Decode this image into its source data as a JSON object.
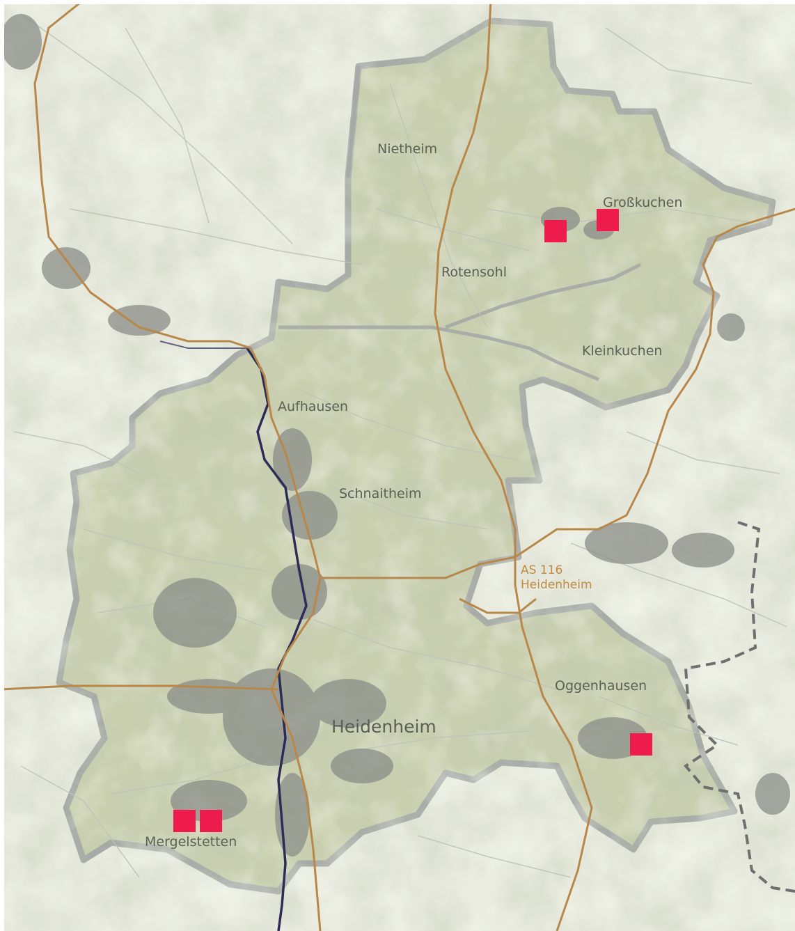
{
  "map": {
    "colors": {
      "background": "#e9ecdf",
      "district_fill": "#c9cfae",
      "district_border": "#a7a9a6",
      "relief_dark": "#a6af8c",
      "relief_light": "#f4f4ea",
      "road_main": "#b8874a",
      "road_minor": "#c9ccc4",
      "river": "#2b2d58",
      "settlement": "#8b8d88",
      "state_border": "#6f6f6f",
      "marker": "#ee1c4d",
      "label": "#5c5f55",
      "junction_label": "#c28a42"
    },
    "places": [
      {
        "name": "Nietheim"
      },
      {
        "name": "Großkuchen"
      },
      {
        "name": "Rotensohl"
      },
      {
        "name": "Kleinkuchen"
      },
      {
        "name": "Aufhausen"
      },
      {
        "name": "Schnaitheim"
      },
      {
        "name": "Oggenhausen"
      },
      {
        "name": "Heidenheim"
      },
      {
        "name": "Mergelstetten"
      }
    ],
    "junction": {
      "line1": "AS 116",
      "line2": "Heidenheim"
    },
    "markers": [
      {
        "icon": "square-marker",
        "place": "Großkuchen"
      },
      {
        "icon": "square-marker",
        "place": "Großkuchen"
      },
      {
        "icon": "square-marker",
        "place": "Oggenhausen"
      },
      {
        "icon": "square-marker",
        "place": "Mergelstetten"
      },
      {
        "icon": "square-marker",
        "place": "Mergelstetten"
      }
    ]
  }
}
